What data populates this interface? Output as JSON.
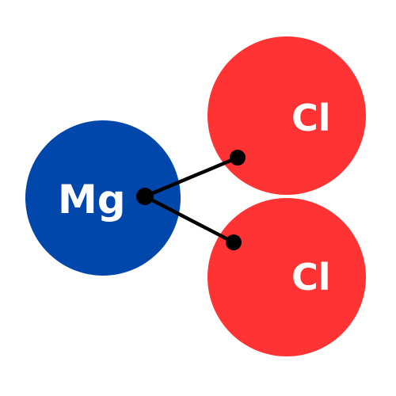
{
  "atoms": [
    {
      "id": "mg",
      "label": "Mg",
      "color": "#0047AB"
    },
    {
      "id": "cl1",
      "label": "Cl",
      "color": "#FF3333"
    },
    {
      "id": "cl2",
      "label": "Cl",
      "color": "#FF3333"
    }
  ],
  "bond_color": "#000000"
}
